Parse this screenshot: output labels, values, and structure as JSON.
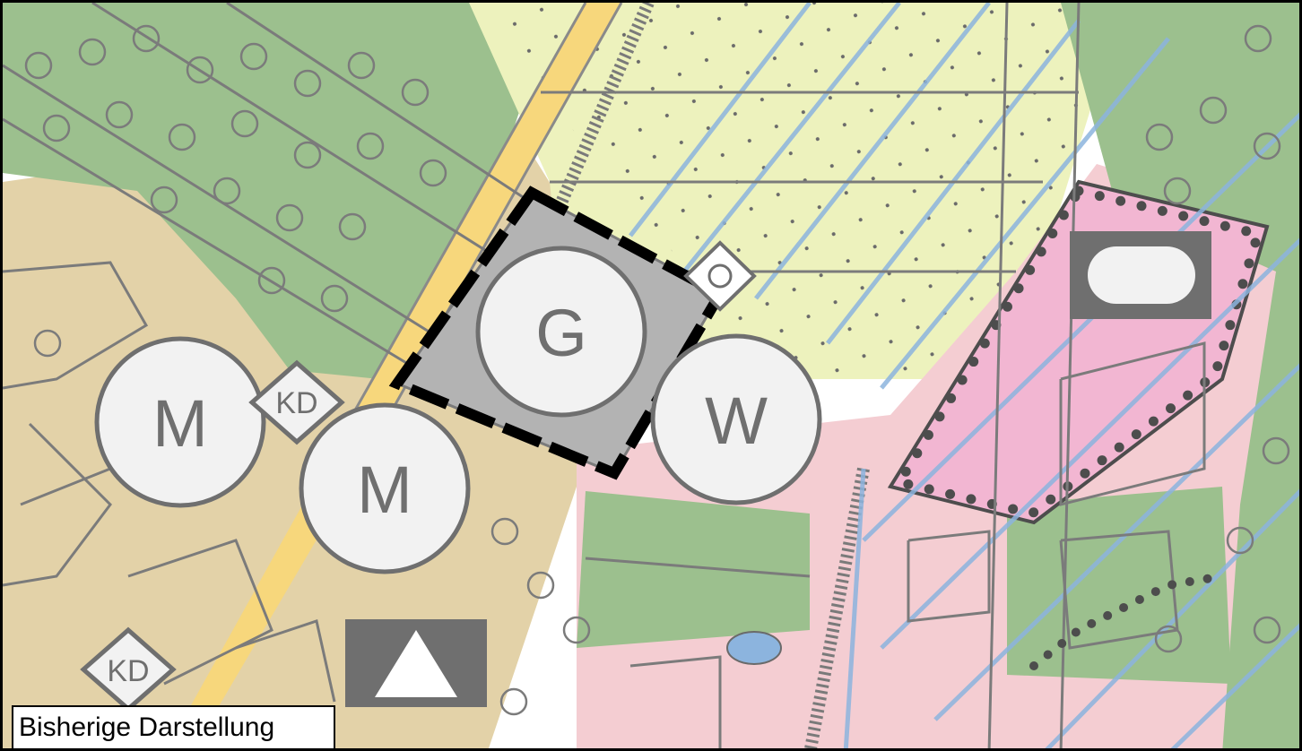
{
  "map": {
    "caption": "Bisherige Darstellung",
    "symbols": {
      "gewerbe": "G",
      "wohnen": "W",
      "misch_1": "M",
      "misch_2": "M",
      "kd_1": "KD",
      "kd_2": "KD"
    },
    "icons": {
      "triangle": "white-triangle-icon",
      "sports_field": "sports-field-icon"
    },
    "colors": {
      "forest": "#9cc08e",
      "mixed_area": "#e3d2a8",
      "residential": "#f4cdd2",
      "farmland": "#edf2bd",
      "commercial": "#b3b3b3",
      "road": "#f7d77c",
      "water_lines": "#8cb4de",
      "special_area": "#f2b6d2",
      "symbol_grey": "#6f6f6f",
      "boundary": "#000000"
    }
  }
}
